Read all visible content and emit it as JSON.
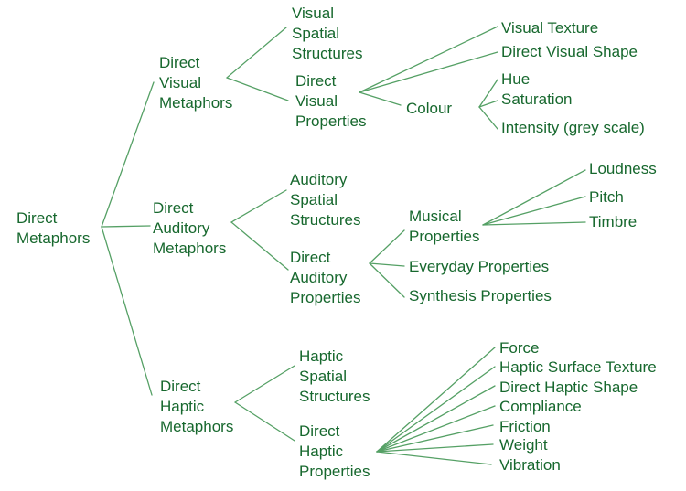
{
  "theme": {
    "text_color": "#17682e",
    "line_color": "#55a065",
    "bg_color": "#ffffff"
  },
  "tree": {
    "label": "Direct Metaphors",
    "children": [
      {
        "label": "Direct Visual Metaphors",
        "children": [
          {
            "label": "Visual Spatial Structures"
          },
          {
            "label": "Direct Visual Properties",
            "children": [
              {
                "label": "Visual Texture"
              },
              {
                "label": "Direct Visual Shape"
              },
              {
                "label": "Colour",
                "children": [
                  {
                    "label": "Hue"
                  },
                  {
                    "label": "Saturation"
                  },
                  {
                    "label": "Intensity (grey scale)"
                  }
                ]
              }
            ]
          }
        ]
      },
      {
        "label": "Direct Auditory Metaphors",
        "children": [
          {
            "label": "Auditory Spatial Structures"
          },
          {
            "label": "Direct Auditory Properties",
            "children": [
              {
                "label": "Musical Properties",
                "children": [
                  {
                    "label": "Loudness"
                  },
                  {
                    "label": "Pitch"
                  },
                  {
                    "label": "Timbre"
                  }
                ]
              },
              {
                "label": "Everyday Properties"
              },
              {
                "label": "Synthesis Properties"
              }
            ]
          }
        ]
      },
      {
        "label": "Direct Haptic Metaphors",
        "children": [
          {
            "label": "Haptic Spatial Structures"
          },
          {
            "label": "Direct Haptic Properties",
            "children": [
              {
                "label": "Force"
              },
              {
                "label": "Haptic Surface Texture"
              },
              {
                "label": "Direct Haptic Shape"
              },
              {
                "label": "Compliance"
              },
              {
                "label": "Friction"
              },
              {
                "label": "Weight"
              },
              {
                "label": "Vibration"
              }
            ]
          }
        ]
      }
    ]
  }
}
